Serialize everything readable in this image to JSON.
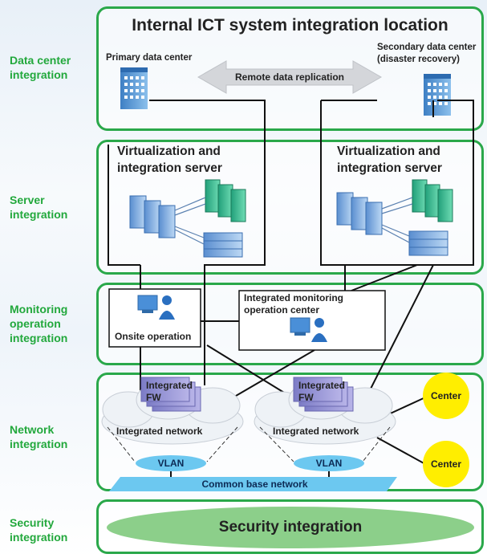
{
  "title": "Internal ICT system integration location",
  "side_labels": {
    "data_center": [
      "Data center",
      "integration"
    ],
    "server": [
      "Server",
      "integration"
    ],
    "monitoring": [
      "Monitoring",
      "operation",
      "integration"
    ],
    "network": [
      "Network",
      "integration"
    ],
    "security": [
      "Security",
      "integration"
    ]
  },
  "data_center": {
    "primary": "Primary data center",
    "secondary_1": "Secondary data center",
    "secondary_2": "(disaster recovery)",
    "replication": "Remote data replication"
  },
  "servers": {
    "left_1": "Virtualization and",
    "left_2": "integration server",
    "right_1": "Virtualization and",
    "right_2": "integration server"
  },
  "monitoring": {
    "onsite": "Onsite operation",
    "center_1": "Integrated monitoring",
    "center_2": "operation center"
  },
  "network": {
    "fw_left_1": "Integrated",
    "fw_left_2": "FW",
    "fw_right_1": "Integrated",
    "fw_right_2": "FW",
    "net_left": "Integrated network",
    "net_right": "Integrated network",
    "vlan_left": "VLAN",
    "vlan_right": "VLAN",
    "common_base": "Common base network",
    "center_1": "Center",
    "center_2": "Center"
  },
  "security": {
    "label": "Security integration"
  },
  "colors": {
    "panel_border": "#2aa84a",
    "side_label": "#22a83c",
    "center_fill": "#ffee00",
    "vlan_fill": "#6cc8f0",
    "security_fill": "#8ccf8a"
  }
}
